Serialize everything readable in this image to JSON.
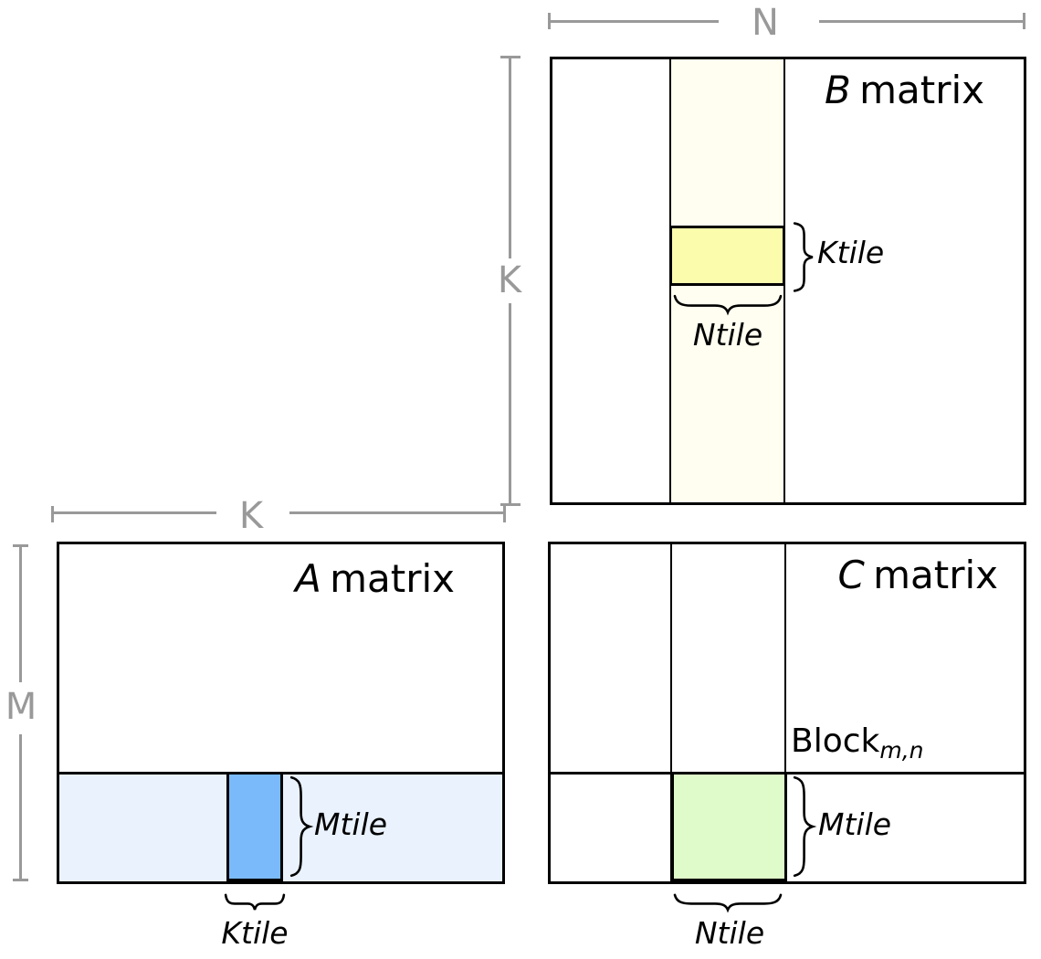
{
  "colors": {
    "line_gray": "#999999",
    "border_black": "#000000",
    "b_column_fill": "#FFFEF0",
    "b_tile_fill": "#FCFCAD",
    "a_row_fill": "#E9F2FD",
    "a_tile_fill": "#7ABAFA",
    "c_tile_fill": "#DFFBC9"
  },
  "dimension_labels": {
    "n": "N",
    "k_b": "K",
    "k_a": "K",
    "m": "M"
  },
  "matrices": {
    "b": {
      "letter": "B",
      "word": "matrix",
      "tile_label": "Ktile",
      "column_label": "Ntile"
    },
    "a": {
      "letter": "A",
      "word": "matrix",
      "row_tile_label": "Mtile",
      "tile_label": "Ktile"
    },
    "c": {
      "letter": "C",
      "word": "matrix",
      "block": {
        "base": "Block",
        "subscript": "m,n"
      },
      "row_tile_label": "Mtile",
      "column_label": "Ntile"
    }
  }
}
